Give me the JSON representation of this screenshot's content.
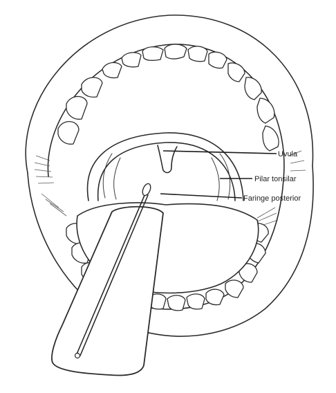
{
  "figure": {
    "labels": {
      "uvula": "Uvula",
      "tonsillar_pillar": "Pilar tonsilar",
      "posterior_pharynx": "Faringe posterior"
    }
  }
}
